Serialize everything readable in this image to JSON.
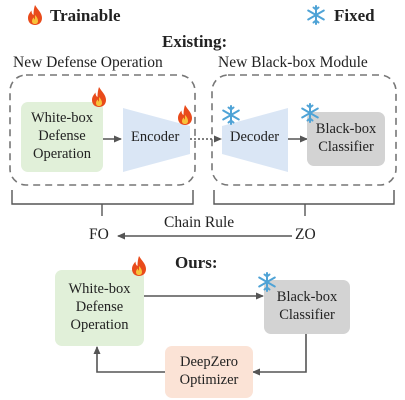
{
  "legend": {
    "trainable": "Trainable",
    "fixed": "Fixed",
    "trainable_icon": "fire-icon",
    "fixed_icon": "snowflake-icon"
  },
  "existing": {
    "title": "Existing:",
    "left_group": "New Defense Operation",
    "right_group": "New Black-box Module",
    "whitebox_lines": [
      "White-box",
      "Defense",
      "Operation"
    ],
    "encoder": "Encoder",
    "decoder": "Decoder",
    "blackbox_lines": [
      "Black-box",
      "Classifier"
    ],
    "fo": "FO",
    "zo": "ZO",
    "chain_rule": "Chain Rule"
  },
  "ours": {
    "title": "Ours:",
    "whitebox_lines": [
      "White-box",
      "Defense",
      "Operation"
    ],
    "blackbox_lines": [
      "Black-box",
      "Classifier"
    ],
    "optimizer_lines": [
      "DeepZero",
      "Optimizer"
    ]
  },
  "colors": {
    "whitebox_fill": "#e1f0d9",
    "blackbox_fill": "#d3d3d3",
    "optimizer_fill": "#fbe3d6",
    "trapezoid_fill": "#dae6f5",
    "flame": "#e94b1b",
    "snowflake": "#4fa3d6"
  }
}
